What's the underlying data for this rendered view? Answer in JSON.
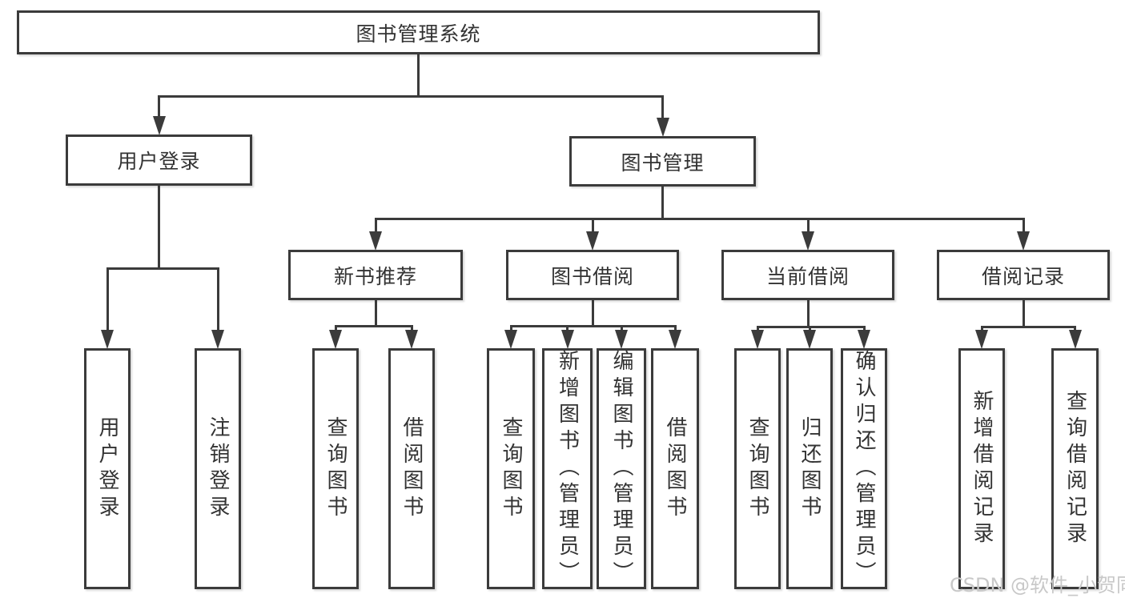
{
  "diagram_title": "图书管理系统",
  "nodes": [
    {
      "id": "root",
      "label": "图书管理系统",
      "parent": null,
      "orientation": "horizontal"
    },
    {
      "id": "user-login-branch",
      "label": "用户登录",
      "parent": "root",
      "orientation": "horizontal"
    },
    {
      "id": "book-mgmt",
      "label": "图书管理",
      "parent": "root",
      "orientation": "horizontal"
    },
    {
      "id": "new-book-rec",
      "label": "新书推荐",
      "parent": "book-mgmt",
      "orientation": "horizontal"
    },
    {
      "id": "book-borrow",
      "label": "图书借阅",
      "parent": "book-mgmt",
      "orientation": "horizontal"
    },
    {
      "id": "current-borrow",
      "label": "当前借阅",
      "parent": "book-mgmt",
      "orientation": "horizontal"
    },
    {
      "id": "borrow-records",
      "label": "借阅记录",
      "parent": "book-mgmt",
      "orientation": "horizontal"
    },
    {
      "id": "user-login-leaf",
      "label": "用户登录",
      "parent": "user-login-branch",
      "orientation": "vertical"
    },
    {
      "id": "logout-leaf",
      "label": "注销登录",
      "parent": "user-login-branch",
      "orientation": "vertical"
    },
    {
      "id": "rec-query-books",
      "label": "查询图书",
      "parent": "new-book-rec",
      "orientation": "vertical"
    },
    {
      "id": "rec-borrow-books",
      "label": "借阅图书",
      "parent": "new-book-rec",
      "orientation": "vertical"
    },
    {
      "id": "bb-query-books",
      "label": "查询图书",
      "parent": "book-borrow",
      "orientation": "vertical"
    },
    {
      "id": "bb-add-books-admin",
      "label": "新增图书（管理员）",
      "parent": "book-borrow",
      "orientation": "vertical"
    },
    {
      "id": "bb-edit-books-admin",
      "label": "编辑图书（管理员）",
      "parent": "book-borrow",
      "orientation": "vertical"
    },
    {
      "id": "bb-borrow-books",
      "label": "借阅图书",
      "parent": "book-borrow",
      "orientation": "vertical"
    },
    {
      "id": "cb-query-books",
      "label": "查询图书",
      "parent": "current-borrow",
      "orientation": "vertical"
    },
    {
      "id": "cb-return-books",
      "label": "归还图书",
      "parent": "current-borrow",
      "orientation": "vertical"
    },
    {
      "id": "cb-confirm-return-admin",
      "label": "确认归还（管理员）",
      "parent": "current-borrow",
      "orientation": "vertical"
    },
    {
      "id": "br-add-record",
      "label": "新增借阅记录",
      "parent": "borrow-records",
      "orientation": "vertical"
    },
    {
      "id": "br-query-record",
      "label": "查询借阅记录",
      "parent": "borrow-records",
      "orientation": "vertical"
    }
  ],
  "watermark": {
    "text": "CSDN @软件_小贺同学"
  },
  "colors": {
    "line": "#3b3b3b",
    "border": "#3b3b3b",
    "text": "#333333",
    "background": "#ffffff",
    "watermark": "#c8c8c8"
  }
}
